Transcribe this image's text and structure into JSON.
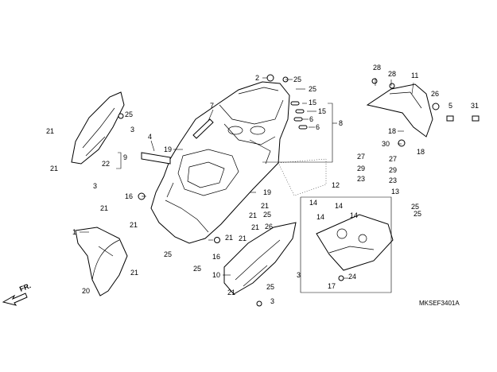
{
  "diagram": {
    "code": "MKSEF3401A",
    "direction_label": "FR.",
    "callouts": [
      {
        "id": "c01",
        "text": "2"
      },
      {
        "id": "c02",
        "text": "25"
      },
      {
        "id": "c03",
        "text": "25"
      },
      {
        "id": "c04",
        "text": "15"
      },
      {
        "id": "c05",
        "text": "15"
      },
      {
        "id": "c06",
        "text": "6"
      },
      {
        "id": "c07",
        "text": "6"
      },
      {
        "id": "c08",
        "text": "8"
      },
      {
        "id": "c09",
        "text": "7"
      },
      {
        "id": "c10",
        "text": "4"
      },
      {
        "id": "c11",
        "text": "19"
      },
      {
        "id": "c12",
        "text": "25"
      },
      {
        "id": "c13",
        "text": "3"
      },
      {
        "id": "c14",
        "text": "21"
      },
      {
        "id": "c15",
        "text": "9"
      },
      {
        "id": "c16",
        "text": "22"
      },
      {
        "id": "c17",
        "text": "21"
      },
      {
        "id": "c18",
        "text": "3"
      },
      {
        "id": "c19",
        "text": "16"
      },
      {
        "id": "c20",
        "text": "19"
      },
      {
        "id": "c21",
        "text": "21"
      },
      {
        "id": "c22",
        "text": "21"
      },
      {
        "id": "c23",
        "text": "21"
      },
      {
        "id": "c24",
        "text": "21"
      },
      {
        "id": "c25",
        "text": "21"
      },
      {
        "id": "c26",
        "text": "25"
      },
      {
        "id": "c27",
        "text": "26"
      },
      {
        "id": "c28",
        "text": "16"
      },
      {
        "id": "c29",
        "text": "25"
      },
      {
        "id": "c30",
        "text": "25"
      },
      {
        "id": "c31",
        "text": "21"
      },
      {
        "id": "c32",
        "text": "1"
      },
      {
        "id": "c33",
        "text": "21"
      },
      {
        "id": "c34",
        "text": "21"
      },
      {
        "id": "c35",
        "text": "20"
      },
      {
        "id": "c36",
        "text": "10"
      },
      {
        "id": "c37",
        "text": "25"
      },
      {
        "id": "c38",
        "text": "21"
      },
      {
        "id": "c39",
        "text": "3"
      },
      {
        "id": "c40",
        "text": "3"
      },
      {
        "id": "c41",
        "text": "28"
      },
      {
        "id": "c42",
        "text": "28"
      },
      {
        "id": "c43",
        "text": "11"
      },
      {
        "id": "c44",
        "text": "26"
      },
      {
        "id": "c45",
        "text": "5"
      },
      {
        "id": "c46",
        "text": "31"
      },
      {
        "id": "c47",
        "text": "18"
      },
      {
        "id": "c48",
        "text": "30"
      },
      {
        "id": "c49",
        "text": "18"
      },
      {
        "id": "c50",
        "text": "27"
      },
      {
        "id": "c51",
        "text": "27"
      },
      {
        "id": "c52",
        "text": "29"
      },
      {
        "id": "c53",
        "text": "29"
      },
      {
        "id": "c54",
        "text": "23"
      },
      {
        "id": "c55",
        "text": "23"
      },
      {
        "id": "c56",
        "text": "13"
      },
      {
        "id": "c57",
        "text": "12"
      },
      {
        "id": "c58",
        "text": "14"
      },
      {
        "id": "c59",
        "text": "14"
      },
      {
        "id": "c60",
        "text": "14"
      },
      {
        "id": "c61",
        "text": "14"
      },
      {
        "id": "c62",
        "text": "25"
      },
      {
        "id": "c63",
        "text": "25"
      },
      {
        "id": "c64",
        "text": "24"
      },
      {
        "id": "c65",
        "text": "17"
      }
    ]
  }
}
